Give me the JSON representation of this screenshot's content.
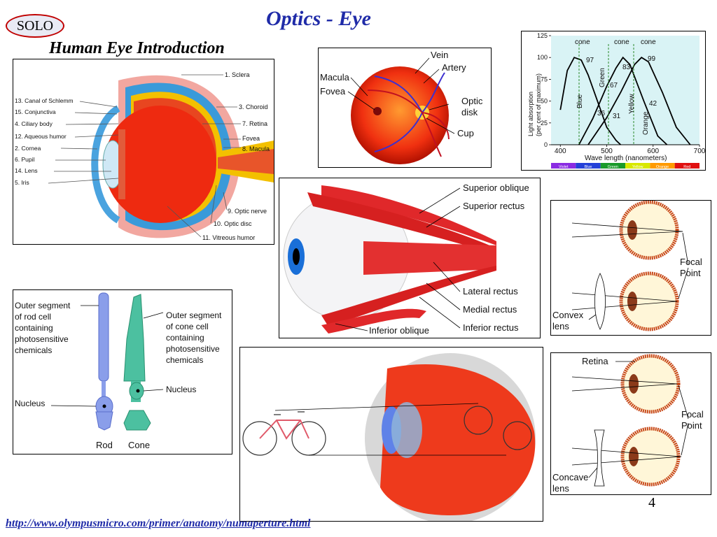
{
  "header": {
    "logo": "SOLO",
    "title": "Optics - Eye",
    "subtitle": "Human Eye Introduction"
  },
  "anatomy": {
    "labels_right": [
      "1. Sclera",
      "3. Choroid",
      "7. Retina",
      "Fovea",
      "8. Macula",
      "9. Optic nerve",
      "10. Optic disc",
      "11. Vitreous humor"
    ],
    "labels_left": [
      "13. Canal of Schlemm",
      "15. Conjunctiva",
      "4. Ciliary body",
      "12. Aqueous humor",
      "2. Cornea",
      "6. Pupil",
      "14. Lens",
      "5. Iris"
    ]
  },
  "fundus": {
    "labels": [
      "Vein",
      "Artery",
      "Macula",
      "Fovea",
      "Optic",
      "disk",
      "Cup"
    ]
  },
  "absorption_chart": {
    "ylabel_line1": "Light absorption",
    "ylabel_line2": "(per cent of maximum)",
    "xlabel": "Wave length (nanometers)",
    "yticks": [
      "0",
      "25",
      "50",
      "75",
      "100",
      "125"
    ],
    "xticks": [
      "400",
      "500",
      "600",
      "700"
    ],
    "cone_labels": [
      "cone",
      "cone",
      "cone"
    ],
    "curve_labels": [
      "Blue",
      "Green",
      "Yellow",
      "Orange"
    ],
    "value_labels": [
      "97",
      "83",
      "99",
      "67",
      "36",
      "31",
      "42"
    ],
    "spectrum": [
      "Violet",
      "Blue",
      "Green",
      "Yellow",
      "Orange",
      "Red"
    ],
    "spectrum_colors": [
      "#8a2be2",
      "#2440d8",
      "#1a9a2a",
      "#d8e800",
      "#ff9a00",
      "#e01010"
    ]
  },
  "chart_data": {
    "type": "line",
    "xlabel": "Wave length (nanometers)",
    "ylabel": "Light absorption (per cent of maximum)",
    "xlim": [
      380,
      700
    ],
    "ylim": [
      0,
      125
    ],
    "series": [
      {
        "name": "Blue",
        "x": [
          400,
          415,
          430,
          445,
          460,
          480,
          500,
          520,
          530
        ],
        "y": [
          40,
          85,
          100,
          97,
          80,
          50,
          20,
          5,
          0
        ]
      },
      {
        "name": "Green",
        "x": [
          440,
          470,
          500,
          520,
          535,
          550,
          580,
          610,
          630
        ],
        "y": [
          0,
          30,
          67,
          88,
          100,
          92,
          50,
          10,
          0
        ]
      },
      {
        "name": "Yellow",
        "x": [
          460,
          500,
          530,
          560,
          575,
          590,
          620,
          650,
          680
        ],
        "y": [
          0,
          31,
          60,
          92,
          100,
          95,
          60,
          20,
          0
        ]
      }
    ],
    "annotations": [
      "97",
      "83",
      "99",
      "67",
      "36",
      "31",
      "42"
    ]
  },
  "muscles": {
    "labels": [
      "Superior oblique",
      "Superior rectus",
      "Lateral rectus",
      "Medial rectus",
      "Inferior rectus",
      "Inferior oblique"
    ]
  },
  "farsight": {
    "labels": [
      "Focal",
      "Point",
      "Convex",
      "lens"
    ]
  },
  "cells": {
    "rod_desc": [
      "Outer segment",
      "of rod cell",
      "containing",
      "photosensitive",
      "chemicals"
    ],
    "cone_desc": [
      "Outer segment",
      "of cone cell",
      "containing",
      "photosensitive",
      "chemicals"
    ],
    "nucleus_left": "Nucleus",
    "nucleus_right": "Nucleus",
    "rod": "Rod",
    "cone": "Cone"
  },
  "nearsight": {
    "labels": [
      "Retina",
      "Focal",
      "Point",
      "Concave",
      "lens"
    ]
  },
  "footer": {
    "page": "4",
    "url": "http://www.olympusmicro.com/primer/anatomy/numaperture.html"
  }
}
